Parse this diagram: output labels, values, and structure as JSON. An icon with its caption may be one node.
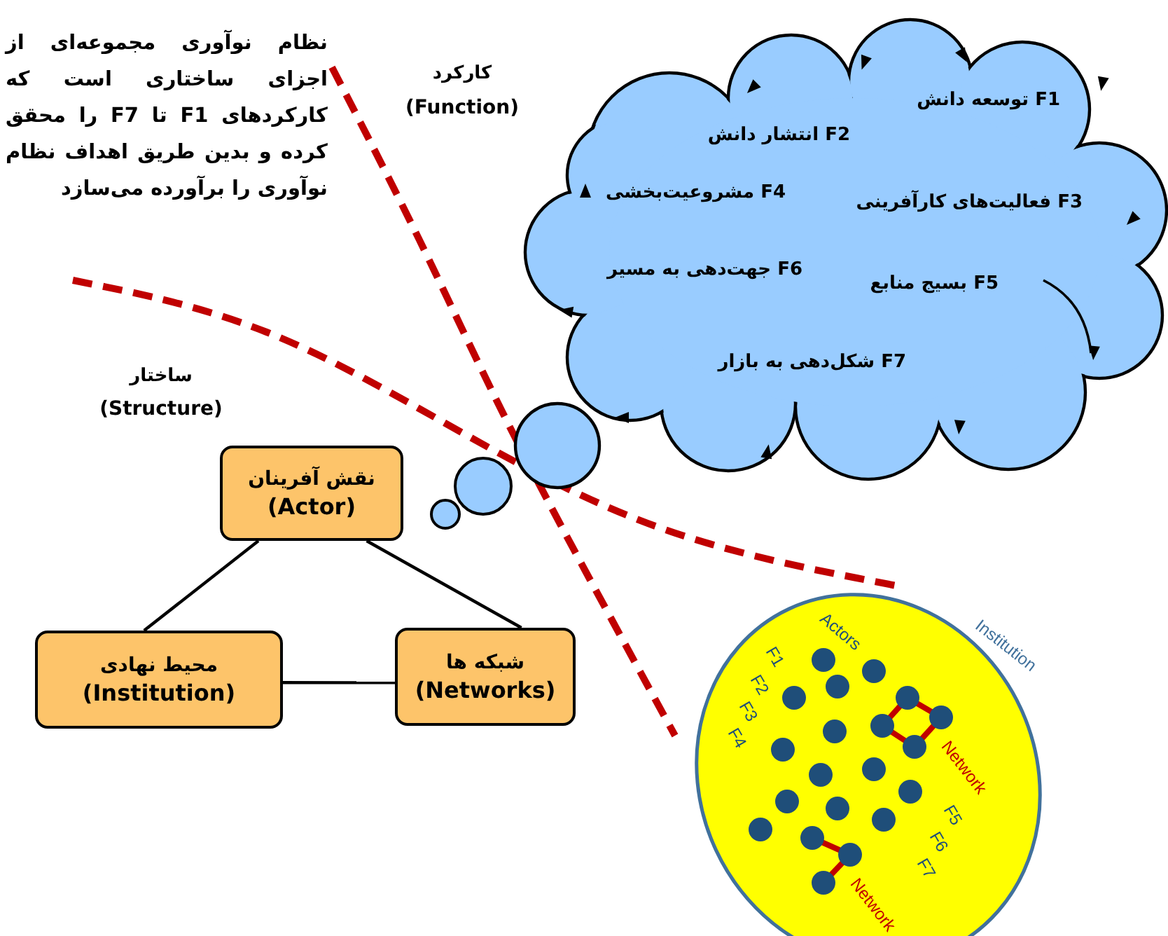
{
  "diagram": {
    "nodes": [
      {
        "text": [
          "نقش آفرینان",
          "(Actor)"
        ]
      },
      {
        "text": [
          "محیط نهادی",
          "(Institution)"
        ]
      },
      {
        "text": [
          "شبکه ها",
          "(Networks)"
        ]
      },
      {
        "text": [
          "F1 توسعه دانش",
          "F2 انتشار دانش",
          "F3 فعالیت‌های کارآفرینی",
          "F4 مشروعیت‌بخشی",
          "F5 بسیج منابع",
          "F6 جهت‌دهی به مسیر",
          "F7 شکل‌دهی به بازار"
        ]
      },
      {
        "text": [
          "Actors",
          "F1",
          "F2",
          "F3",
          "F4",
          "Network",
          "F5",
          "F6",
          "F7",
          "Network"
        ],
        "beside": [
          "Institution"
        ]
      }
    ],
    "edges": [
      {
        "from": 0,
        "to": 1,
        "arrow": "none"
      },
      {
        "from": 0,
        "to": 2,
        "arrow": "none"
      },
      {
        "from": 1,
        "to": 2,
        "arrow": "none"
      }
    ],
    "labels": [
      "نظام نوآوری مجموعه‌ای از اجزای ساختاری است که کارکردهای F1 تا F7 را محقق کرده و بدین طریق اهداف نظام نوآوری را برآورده می‌سازد",
      "کارکرد",
      "(Function)",
      "ساختار",
      "(Structure)"
    ]
  }
}
